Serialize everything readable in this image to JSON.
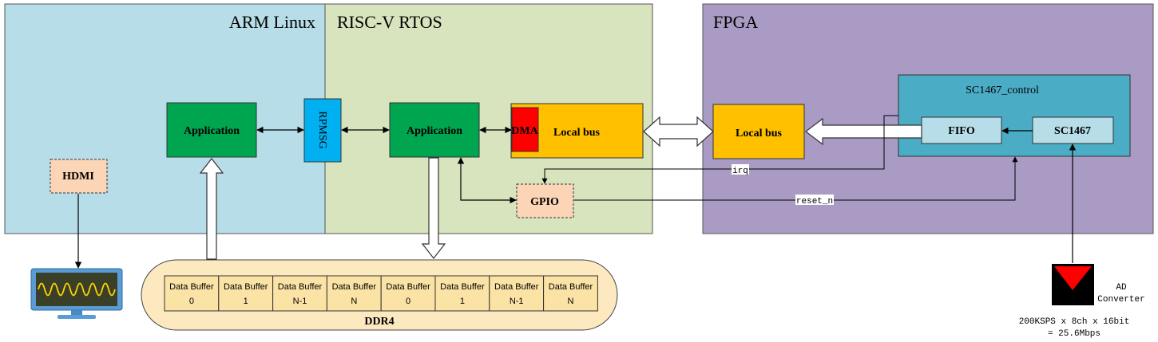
{
  "colors": {
    "arm_region": "#b7dde8",
    "riscv_region": "#d7e4bd",
    "fpga_region": "#a99bc3",
    "sc_control": "#4bacc6",
    "green_block": "#00a550",
    "yellow_block": "#ffc000",
    "light_blue_block": "#b7dde8",
    "peach_block": "#fbd5b5",
    "rpmsg_block": "#00b0f0",
    "dma_block": "#ff0000",
    "ddr_container": "#fde9c0",
    "buffer_cell": "#fbe3a6"
  },
  "regions": {
    "arm": "ARM Linux",
    "riscv": "RISC-V RTOS",
    "fpga": "FPGA"
  },
  "blocks": {
    "arm_application": "Application",
    "rpmsg": "RPMSG",
    "riscv_application": "Application",
    "dma": "DMA",
    "riscv_local_bus": "Local bus",
    "fpga_local_bus": "Local bus",
    "sc_control": "SC1467_control",
    "fifo": "FIFO",
    "sc1467": "SC1467",
    "hdmi": "HDMI",
    "gpio": "GPIO"
  },
  "signals": {
    "irq": "irq",
    "reset": "reset_n"
  },
  "ddr": {
    "label": "DDR4",
    "buffers": [
      {
        "line1": "Data Buffer",
        "line2": "0"
      },
      {
        "line1": "Data Buffer",
        "line2": "1"
      },
      {
        "line1": "Data Buffer",
        "line2": "N-1"
      },
      {
        "line1": "Data Buffer",
        "line2": "N"
      },
      {
        "line1": "Data Buffer",
        "line2": "0"
      },
      {
        "line1": "Data Buffer",
        "line2": "1"
      },
      {
        "line1": "Data Buffer",
        "line2": "N-1"
      },
      {
        "line1": "Data Buffer",
        "line2": "N"
      }
    ]
  },
  "adc": {
    "label_line1": "AD",
    "label_line2": "Converter",
    "spec_line1": "200KSPS x 8ch x 16bit",
    "spec_line2": "= 25.6Mbps"
  },
  "icons": {
    "monitor": "monitor-icon",
    "adc": "adc-triangle-icon"
  }
}
